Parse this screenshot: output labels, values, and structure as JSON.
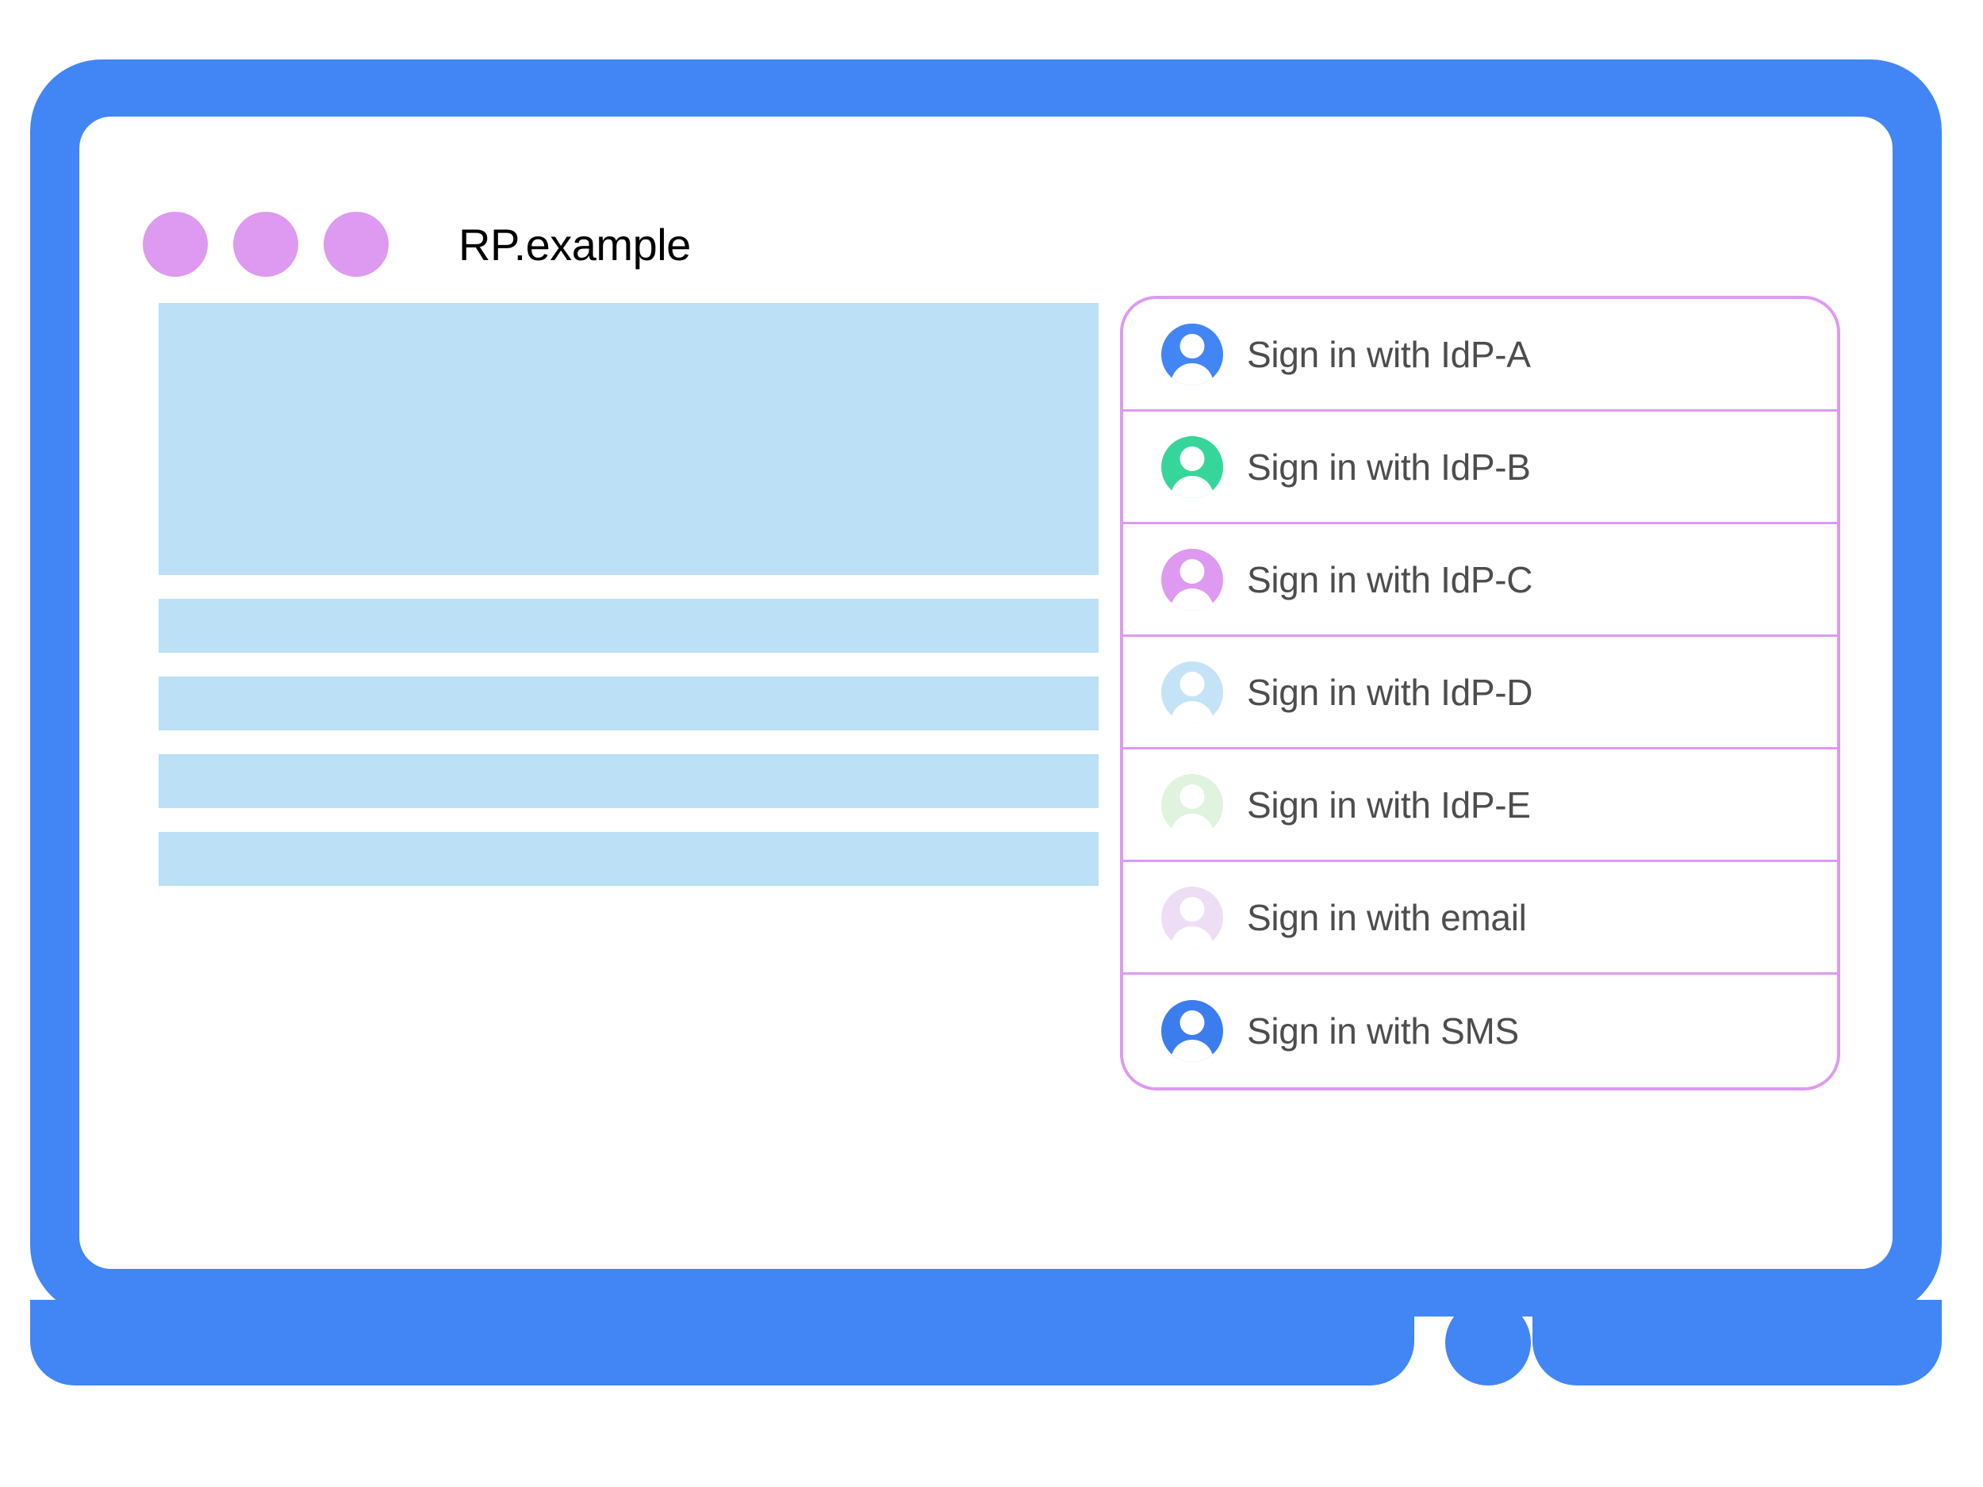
{
  "browser": {
    "title": "RP.example",
    "window_dots": [
      "dot-1",
      "dot-2",
      "dot-3"
    ],
    "frame_color": "#4285F4",
    "dot_color": "#DD9AF0"
  },
  "content": {
    "placeholder_color": "#BCE0F5",
    "blocks": [
      {
        "name": "hero-placeholder",
        "kind": "hero"
      },
      {
        "name": "line-placeholder-1",
        "kind": "bar"
      },
      {
        "name": "line-placeholder-2",
        "kind": "bar"
      },
      {
        "name": "line-placeholder-3",
        "kind": "bar"
      },
      {
        "name": "line-placeholder-4",
        "kind": "bar"
      }
    ]
  },
  "signin_panel": {
    "border_color": "#DD9AF0",
    "divider_color": "#DD9AF0",
    "text_color": "#4d4d4d",
    "items": [
      {
        "label": "Sign in with IdP-A",
        "icon": "account-avatar-icon",
        "color": "#4285F4"
      },
      {
        "label": "Sign in with IdP-B",
        "icon": "account-avatar-icon",
        "color": "#36D69B"
      },
      {
        "label": "Sign in with IdP-C",
        "icon": "account-avatar-icon",
        "color": "#DD9AF0"
      },
      {
        "label": "Sign in with IdP-D",
        "icon": "account-avatar-icon",
        "color": "#C5E3F7"
      },
      {
        "label": "Sign in with IdP-E",
        "icon": "account-avatar-icon",
        "color": "#DFF3DE"
      },
      {
        "label": "Sign in with email",
        "icon": "account-avatar-icon",
        "color": "#EEDEF5"
      },
      {
        "label": "Sign in with SMS",
        "icon": "account-avatar-icon",
        "color": "#3B7DED"
      }
    ]
  }
}
